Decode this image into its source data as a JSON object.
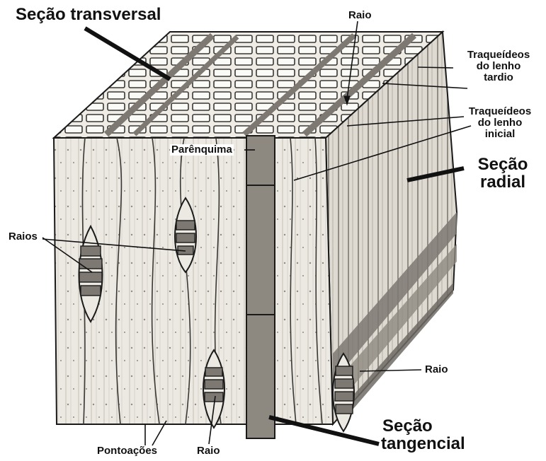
{
  "labels": {
    "secao_transversal": "Seção transversal",
    "raio_top": "Raio",
    "traqueideos_tardio_1": "Traqueídeos",
    "traqueideos_tardio_2": "do lenho",
    "traqueideos_tardio_3": "tardio",
    "traqueideos_inicial_1": "Traqueídeos",
    "traqueideos_inicial_2": "do lenho",
    "traqueideos_inicial_3": "inicial",
    "parenquima": "Parênquima",
    "secao_radial_1": "Seção",
    "secao_radial_2": "radial",
    "raios": "Raios",
    "raio_right": "Raio",
    "secao_tangencial_1": "Seção",
    "secao_tangencial_2": "tangencial",
    "pontoacoes": "Pontoações",
    "raio_bottom": "Raio"
  },
  "colors": {
    "wood_light": "#ebe8e2",
    "wood_mid": "#cfcac1",
    "wood_dark": "#8d8880",
    "ink": "#1a1a1a",
    "ray_fill": "#7d7872"
  }
}
